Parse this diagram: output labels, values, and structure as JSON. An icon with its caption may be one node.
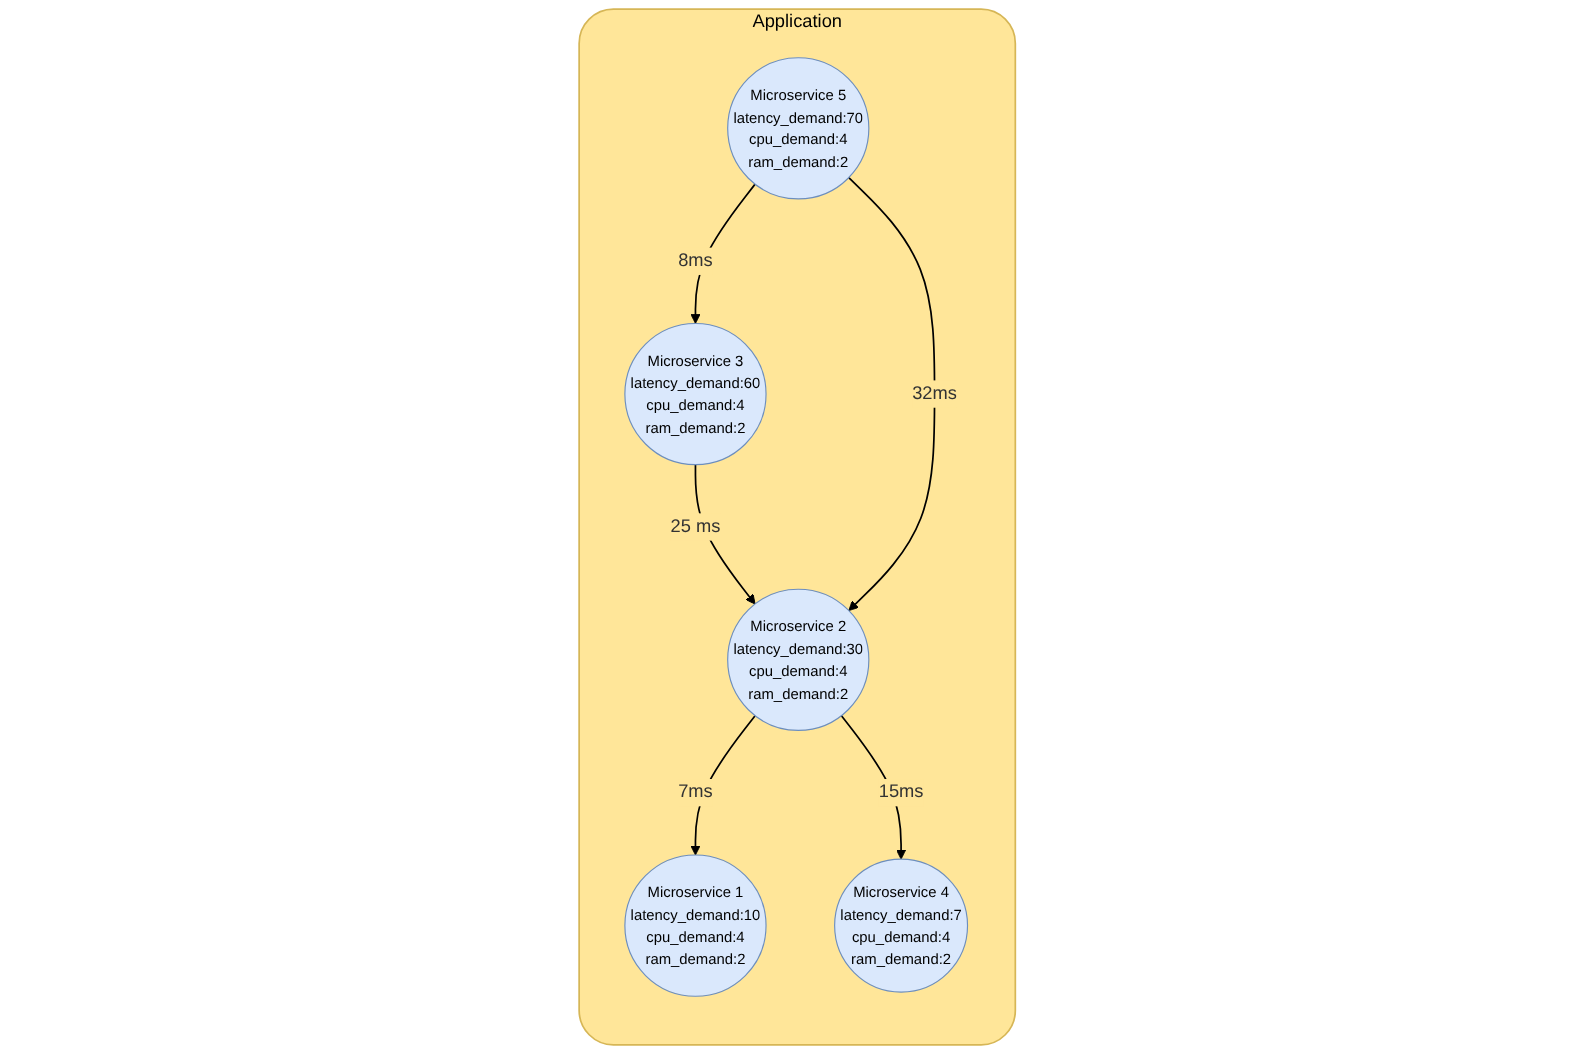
{
  "diagram": {
    "nodes": [
      {
        "text": [
          "Application"
        ]
      },
      {
        "text": [
          "Microservice 1",
          "latency_demand:10",
          "cpu_demand:4",
          "ram_demand:2"
        ],
        "in": 0
      },
      {
        "text": [
          "Microservice 2",
          "latency_demand:30",
          "cpu_demand:4",
          "ram_demand:2"
        ],
        "in": 0
      },
      {
        "text": [
          "Microservice 4",
          "latency_demand:7",
          "cpu_demand:4",
          "ram_demand:2"
        ],
        "in": 0
      },
      {
        "text": [
          "Microservice 3",
          "latency_demand:60",
          "cpu_demand:4",
          "ram_demand:2"
        ],
        "in": 0
      },
      {
        "text": [
          "Microservice 5",
          "latency_demand:70",
          "cpu_demand:4",
          "ram_demand:2"
        ],
        "in": 0
      }
    ],
    "edges": [
      {
        "from": 2,
        "to": 1,
        "arrow": "to",
        "label": "7ms"
      },
      {
        "from": 2,
        "to": 3,
        "arrow": "to",
        "label": "15ms"
      },
      {
        "from": 4,
        "to": 2,
        "arrow": "to",
        "label": "25 ms"
      },
      {
        "from": 5,
        "to": 2,
        "arrow": "to",
        "label": "32ms"
      },
      {
        "from": 5,
        "to": 4,
        "arrow": "to",
        "label": "8ms"
      }
    ]
  }
}
